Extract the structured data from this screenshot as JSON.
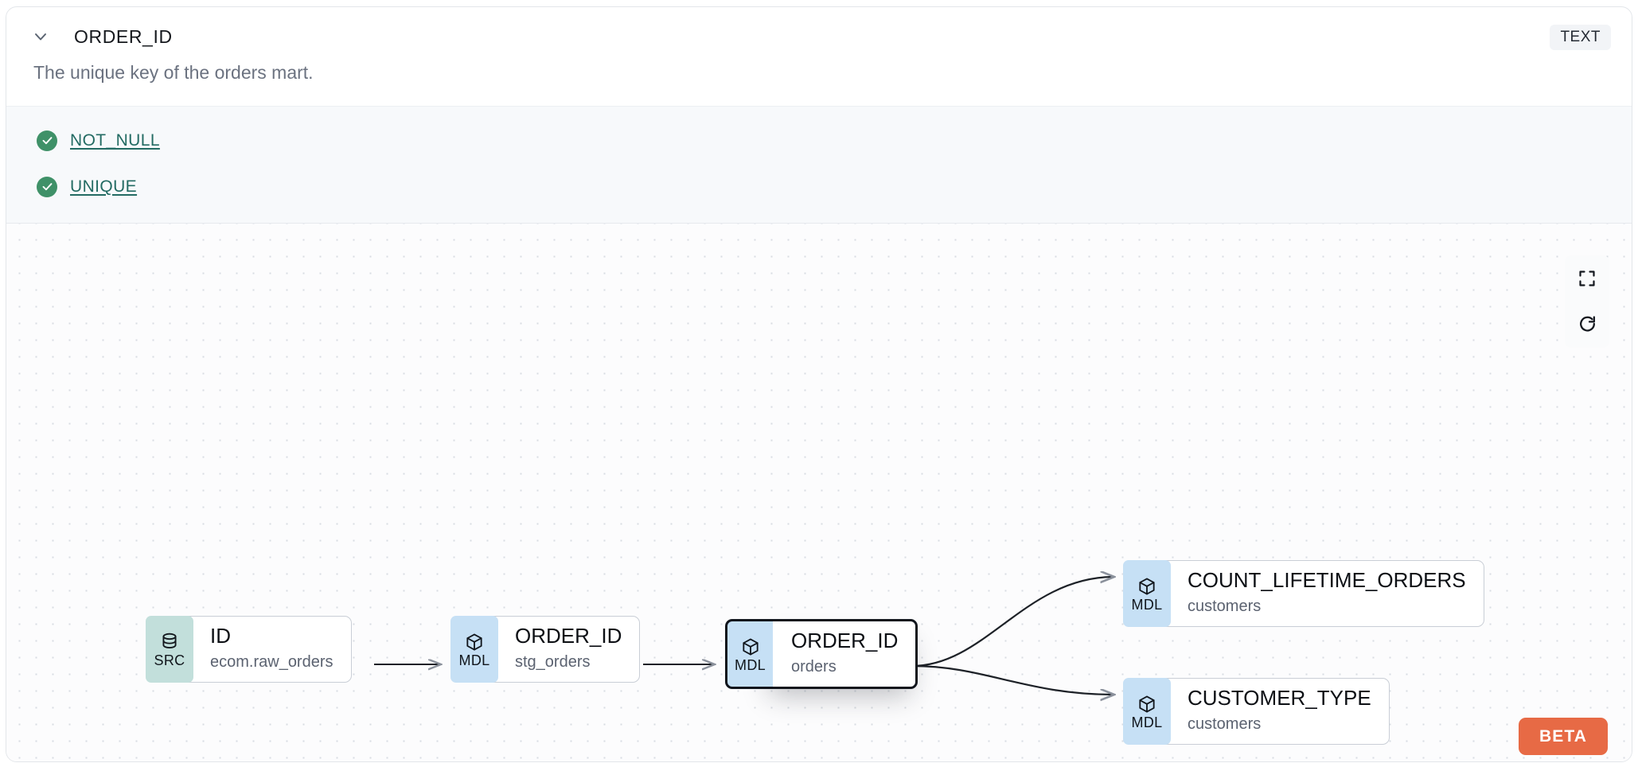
{
  "header": {
    "chevron_icon": "chevron-down-icon",
    "column_name": "ORDER_ID",
    "type_badge": "TEXT"
  },
  "description": "The unique key of the orders mart.",
  "tests": {
    "items": [
      {
        "status_icon": "check-circle-icon",
        "label": "NOT_NULL",
        "status": "pass"
      },
      {
        "status_icon": "check-circle-icon",
        "label": "UNIQUE",
        "status": "pass"
      }
    ]
  },
  "lineage": {
    "nodes": [
      {
        "id": "src",
        "badge": "SRC",
        "badge_icon": "database-icon",
        "name": "ID",
        "sub": "ecom.raw_orders",
        "selected": false
      },
      {
        "id": "stg",
        "badge": "MDL",
        "badge_icon": "cube-icon",
        "name": "ORDER_ID",
        "sub": "stg_orders",
        "selected": false
      },
      {
        "id": "orders",
        "badge": "MDL",
        "badge_icon": "cube-icon",
        "name": "ORDER_ID",
        "sub": "orders",
        "selected": true
      },
      {
        "id": "count",
        "badge": "MDL",
        "badge_icon": "cube-icon",
        "name": "COUNT_LIFETIME_ORDERS",
        "sub": "customers",
        "selected": false
      },
      {
        "id": "custtype",
        "badge": "MDL",
        "badge_icon": "cube-icon",
        "name": "CUSTOMER_TYPE",
        "sub": "customers",
        "selected": false
      }
    ],
    "edges": [
      {
        "from": "src",
        "to": "stg",
        "style": "straight"
      },
      {
        "from": "stg",
        "to": "orders",
        "style": "straight"
      },
      {
        "from": "orders",
        "to": "count",
        "style": "bezier"
      },
      {
        "from": "orders",
        "to": "custtype",
        "style": "bezier"
      }
    ],
    "controls": [
      {
        "name": "fit-view-button",
        "icon": "fullscreen-icon"
      },
      {
        "name": "refresh-button",
        "icon": "refresh-icon"
      }
    ],
    "beta_label": "BETA"
  },
  "colors": {
    "src_badge": "#c2dfdb",
    "mdl_badge": "#c6e0f5",
    "test_pass": "#3f9168",
    "test_link": "#236b63",
    "beta": "#e76a45",
    "tests_bg": "#f7f9fb"
  }
}
